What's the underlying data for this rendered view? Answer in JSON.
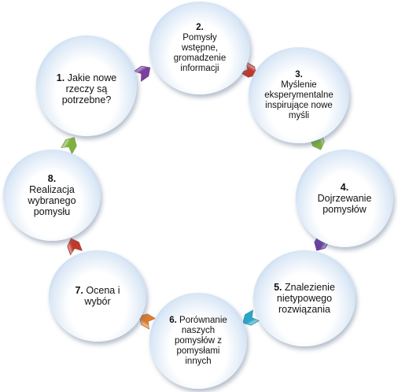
{
  "steps": [
    {
      "num": "1.",
      "text": "Jakie nowe rzeczy są potrzebne?"
    },
    {
      "num": "2.",
      "text": "Pomysły wstępne, gromadzenie informacji"
    },
    {
      "num": "3.",
      "text": "Myślenie eksperymentalne inspirujące nowe myśli"
    },
    {
      "num": "4.",
      "text": "Dojrzewanie pomysłów"
    },
    {
      "num": "5.",
      "text": "Znalezienie nietypowego rozwiązania"
    },
    {
      "num": "6.",
      "text": "Porównanie naszych pomysłów z pomysłami innych"
    },
    {
      "num": "7.",
      "text": "Ocena i wybór"
    },
    {
      "num": "8.",
      "text": "Realizacja wybranego pomysłu"
    }
  ],
  "arrow_colors": {
    "1-2": "#7b3fa0",
    "2-3": "#c0392b",
    "3-4": "#7fb23a",
    "4-5": "#6b3fa0",
    "5-6": "#2aa6c6",
    "6-7": "#e07b2a",
    "7-8": "#c0392b",
    "8-1": "#7fb23a"
  }
}
